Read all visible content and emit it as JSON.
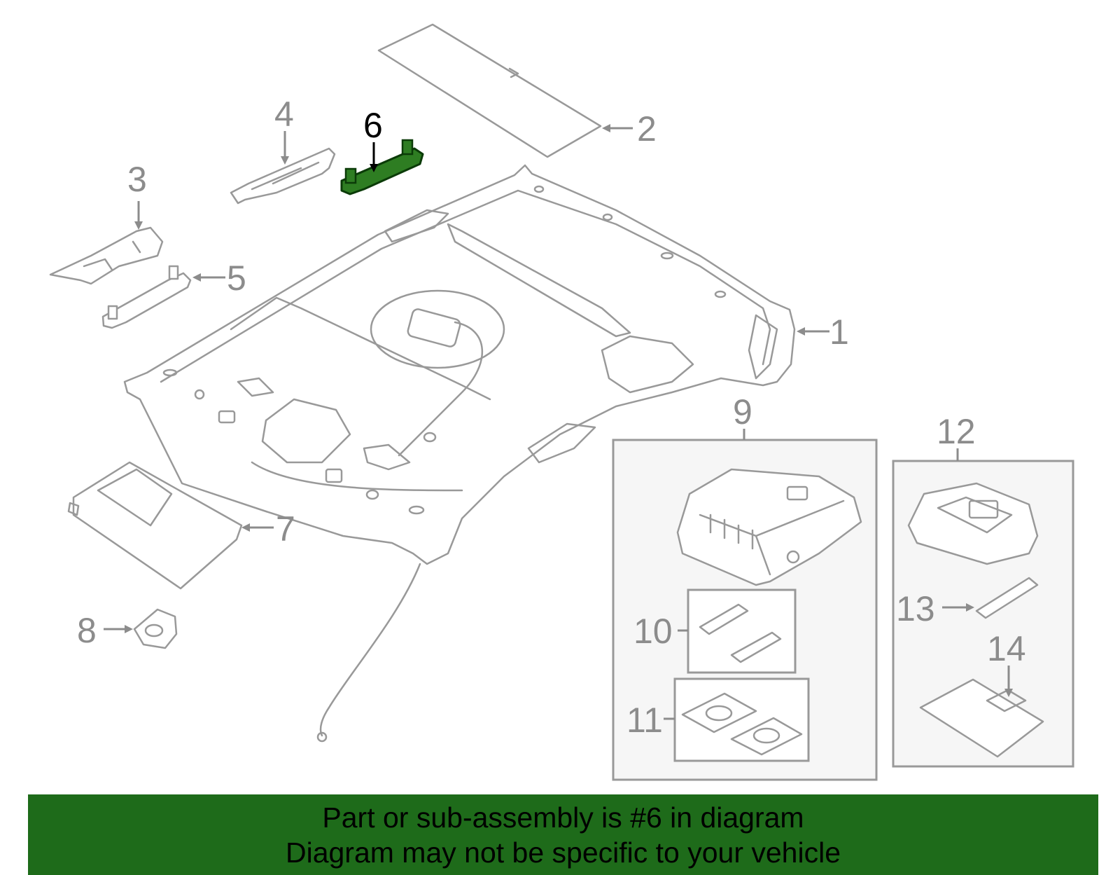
{
  "diagram": {
    "highlighted_part": "6",
    "callouts": [
      "1",
      "2",
      "3",
      "4",
      "5",
      "6",
      "7",
      "8",
      "9",
      "10",
      "11",
      "12",
      "13",
      "14"
    ]
  },
  "banner": {
    "line1": "Part or sub-assembly is #6 in diagram",
    "line2": "Diagram may not be specific to your vehicle"
  },
  "colors": {
    "banner": "#1e6b1a",
    "highlight_part": "#2e7d22",
    "line": "#999999",
    "callout": "#8c8c8c"
  }
}
